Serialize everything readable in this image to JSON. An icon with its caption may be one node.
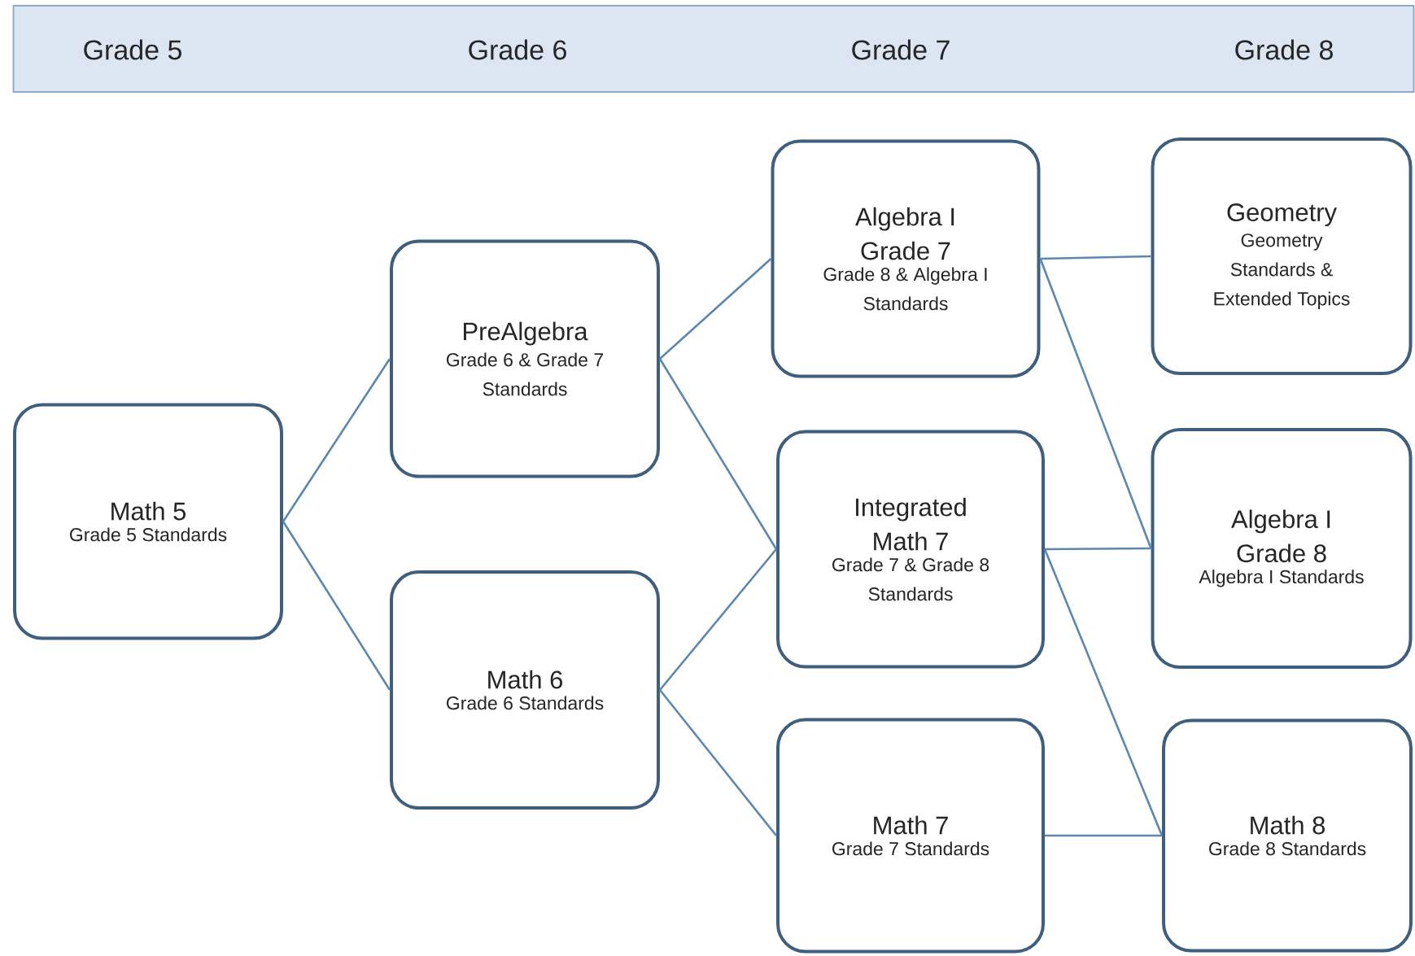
{
  "diagram": {
    "nodes": [
      {
        "text": [
          "Grade 5",
          "Grade 6",
          "Grade 7",
          "Grade 8"
        ]
      },
      {
        "text": [
          "Math 5",
          "Grade 5 Standards"
        ]
      },
      {
        "text": [
          "PreAlgebra",
          "Grade 6 & Grade 7 Standards"
        ]
      },
      {
        "text": [
          "Math 6",
          "Grade 6 Standards"
        ]
      },
      {
        "text": [
          "Algebra I Grade 7",
          "Grade 8 & Algebra I Standards"
        ]
      },
      {
        "text": [
          "Integrated Math 7",
          "Grade 7 & Grade 8 Standards"
        ]
      },
      {
        "text": [
          "Math 7",
          "Grade 7 Standards"
        ]
      },
      {
        "text": [
          "Geometry",
          "Geometry Standards & Extended Topics"
        ]
      },
      {
        "text": [
          "Algebra I Grade 8",
          "Algebra I Standards"
        ]
      },
      {
        "text": [
          "Math 8",
          "Grade 8 Standards"
        ]
      }
    ],
    "edges": [
      {
        "from": 1,
        "to": 2,
        "arrow": "none"
      },
      {
        "from": 1,
        "to": 3,
        "arrow": "none"
      },
      {
        "from": 2,
        "to": 4,
        "arrow": "none"
      },
      {
        "from": 2,
        "to": 5,
        "arrow": "none"
      },
      {
        "from": 3,
        "to": 5,
        "arrow": "none"
      },
      {
        "from": 3,
        "to": 6,
        "arrow": "none"
      },
      {
        "from": 4,
        "to": 7,
        "arrow": "none"
      },
      {
        "from": 4,
        "to": 8,
        "arrow": "none"
      },
      {
        "from": 5,
        "to": 8,
        "arrow": "none"
      },
      {
        "from": 5,
        "to": 9,
        "arrow": "none"
      },
      {
        "from": 6,
        "to": 9,
        "arrow": "none"
      }
    ]
  }
}
